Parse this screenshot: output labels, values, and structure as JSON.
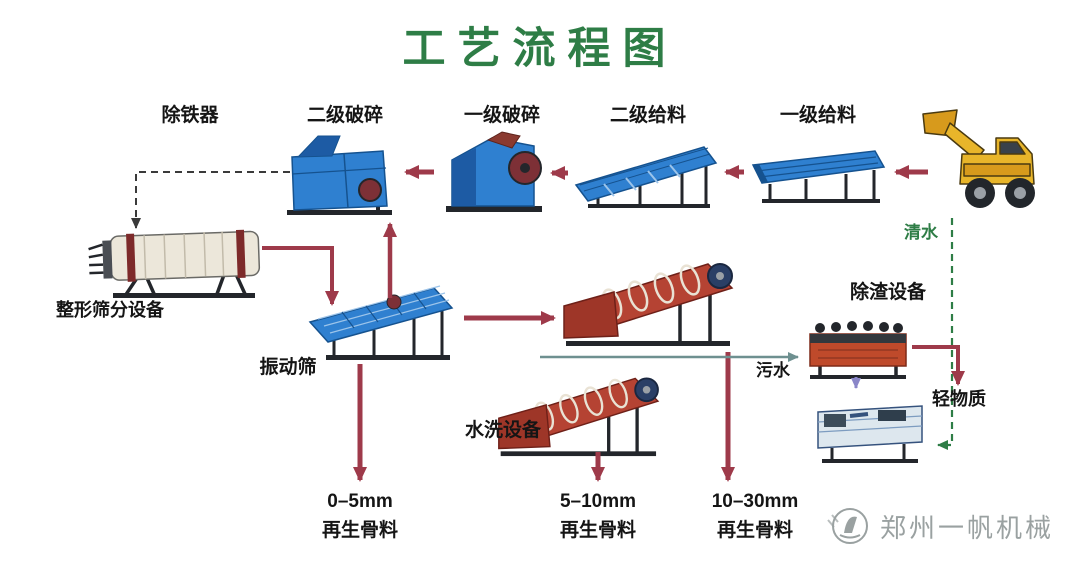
{
  "title": "工艺流程图",
  "stages": {
    "iron_remover": "除铁器",
    "secondary_crusher": "二级破碎",
    "primary_crusher": "一级破碎",
    "secondary_feeder": "二级给料",
    "primary_feeder": "一级给料",
    "shaping_screen": "整形筛分设备",
    "vibrating_screen": "振动筛",
    "washing_equipment": "水洗设备",
    "deslagging_equipment": "除渣设备"
  },
  "streams": {
    "clean_water": "清水",
    "sewage": "污水",
    "light_material": "轻物质"
  },
  "outputs": [
    {
      "size": "0–5mm",
      "name": "再生骨料"
    },
    {
      "size": "5–10mm",
      "name": "再生骨料"
    },
    {
      "size": "10–30mm",
      "name": "再生骨料"
    }
  ],
  "watermark": {
    "brand": "郑州一帆机械"
  },
  "illustrations": [
    "wheel-loader",
    "vibrating-feeder",
    "grizzly-feeder",
    "jaw-crusher",
    "impact-crusher",
    "trommel-screen",
    "vibrating-screen",
    "spiral-sand-washer",
    "spiral-sand-washer",
    "deslagging-machine",
    "dewatering-screen",
    "brand-logo"
  ],
  "colors": {
    "title_green": "#2e7d46",
    "flow_arrow": "#9e3a4a",
    "clean_water_line": "#2e7d46",
    "sewage_line": "#6e9090",
    "machine_blue": "#2f80d0",
    "washer_red": "#b54333",
    "loader_yellow": "#e8b52a",
    "watermark_gray": "#9aa1a1"
  }
}
